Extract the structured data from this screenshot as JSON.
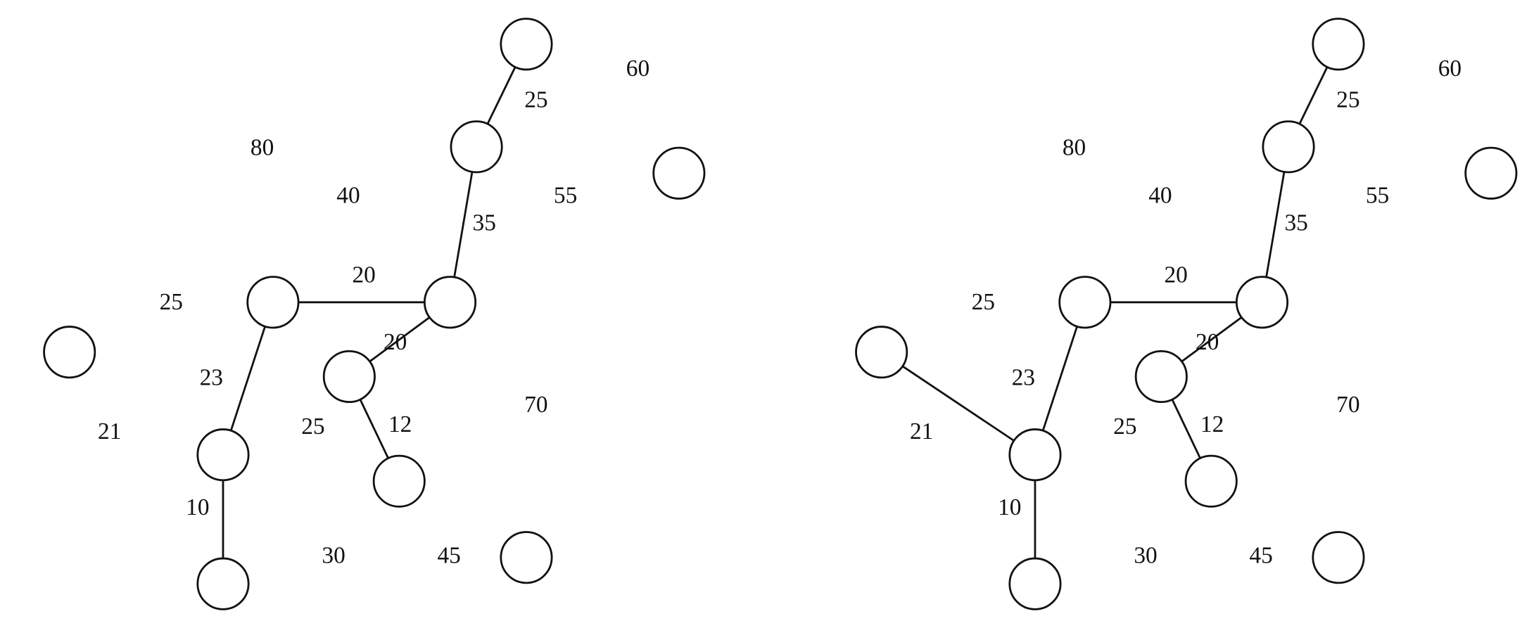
{
  "graphs": [
    {
      "name": "left-graph",
      "edges": [
        {
          "from": "A",
          "to": "B",
          "weight": "25"
        },
        {
          "from": "B",
          "to": "D",
          "weight": "35"
        },
        {
          "from": "E",
          "to": "D",
          "weight": "20"
        },
        {
          "from": "D",
          "to": "G",
          "weight": "20"
        },
        {
          "from": "E",
          "to": "H",
          "weight": "23"
        },
        {
          "from": "G",
          "to": "I",
          "weight": "12"
        },
        {
          "from": "H",
          "to": "J",
          "weight": "10"
        }
      ],
      "labels": [
        "60",
        "80",
        "40",
        "55",
        "25",
        "70",
        "21",
        "25",
        "30",
        "45"
      ]
    },
    {
      "name": "right-graph",
      "edges": [
        {
          "from": "A",
          "to": "B",
          "weight": "25"
        },
        {
          "from": "B",
          "to": "D",
          "weight": "35"
        },
        {
          "from": "E",
          "to": "D",
          "weight": "20"
        },
        {
          "from": "D",
          "to": "G",
          "weight": "20"
        },
        {
          "from": "E",
          "to": "H",
          "weight": "23"
        },
        {
          "from": "G",
          "to": "I",
          "weight": "12"
        },
        {
          "from": "H",
          "to": "J",
          "weight": "10"
        },
        {
          "from": "F",
          "to": "H",
          "weight": "21"
        }
      ],
      "labels": [
        "60",
        "80",
        "40",
        "55",
        "25",
        "70",
        "25",
        "30",
        "45"
      ]
    }
  ]
}
